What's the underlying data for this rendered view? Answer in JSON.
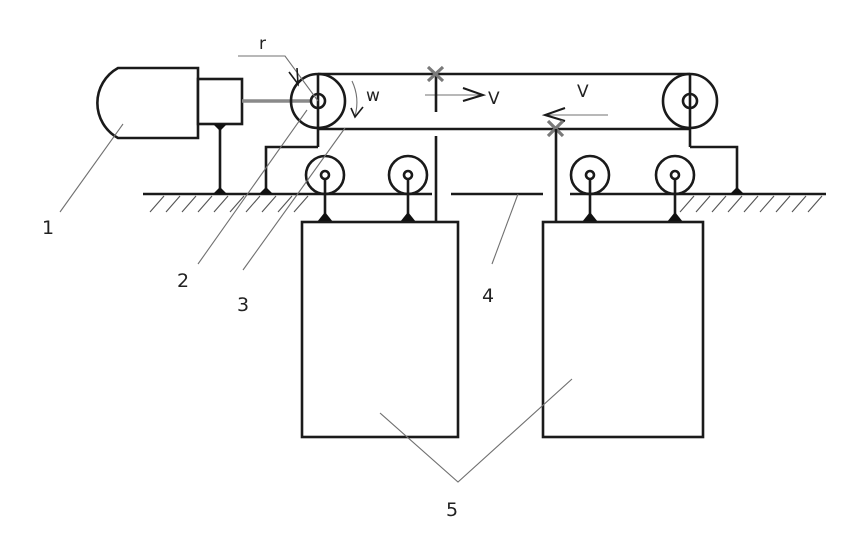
{
  "diagram": {
    "type": "mechanical schematic: belt conveyor with motor drive and containers",
    "labels": {
      "part1": "1",
      "part2": "2",
      "part3": "3",
      "part4": "4",
      "part5": "5"
    },
    "symbols": {
      "radius": "r",
      "angular_velocity": "w",
      "velocity_upper": "V",
      "velocity_lower": "V"
    },
    "parts": [
      {
        "id": "1",
        "name": "electric motor"
      },
      {
        "id": "2",
        "name": "drive pulley"
      },
      {
        "id": "3",
        "name": "conveyor belt"
      },
      {
        "id": "4",
        "name": "base / floor opening"
      },
      {
        "id": "5",
        "name": "containers"
      }
    ],
    "colors": {
      "line": "#1a1a1a",
      "leader": "#707070",
      "marker": "#7a7a7a"
    }
  }
}
